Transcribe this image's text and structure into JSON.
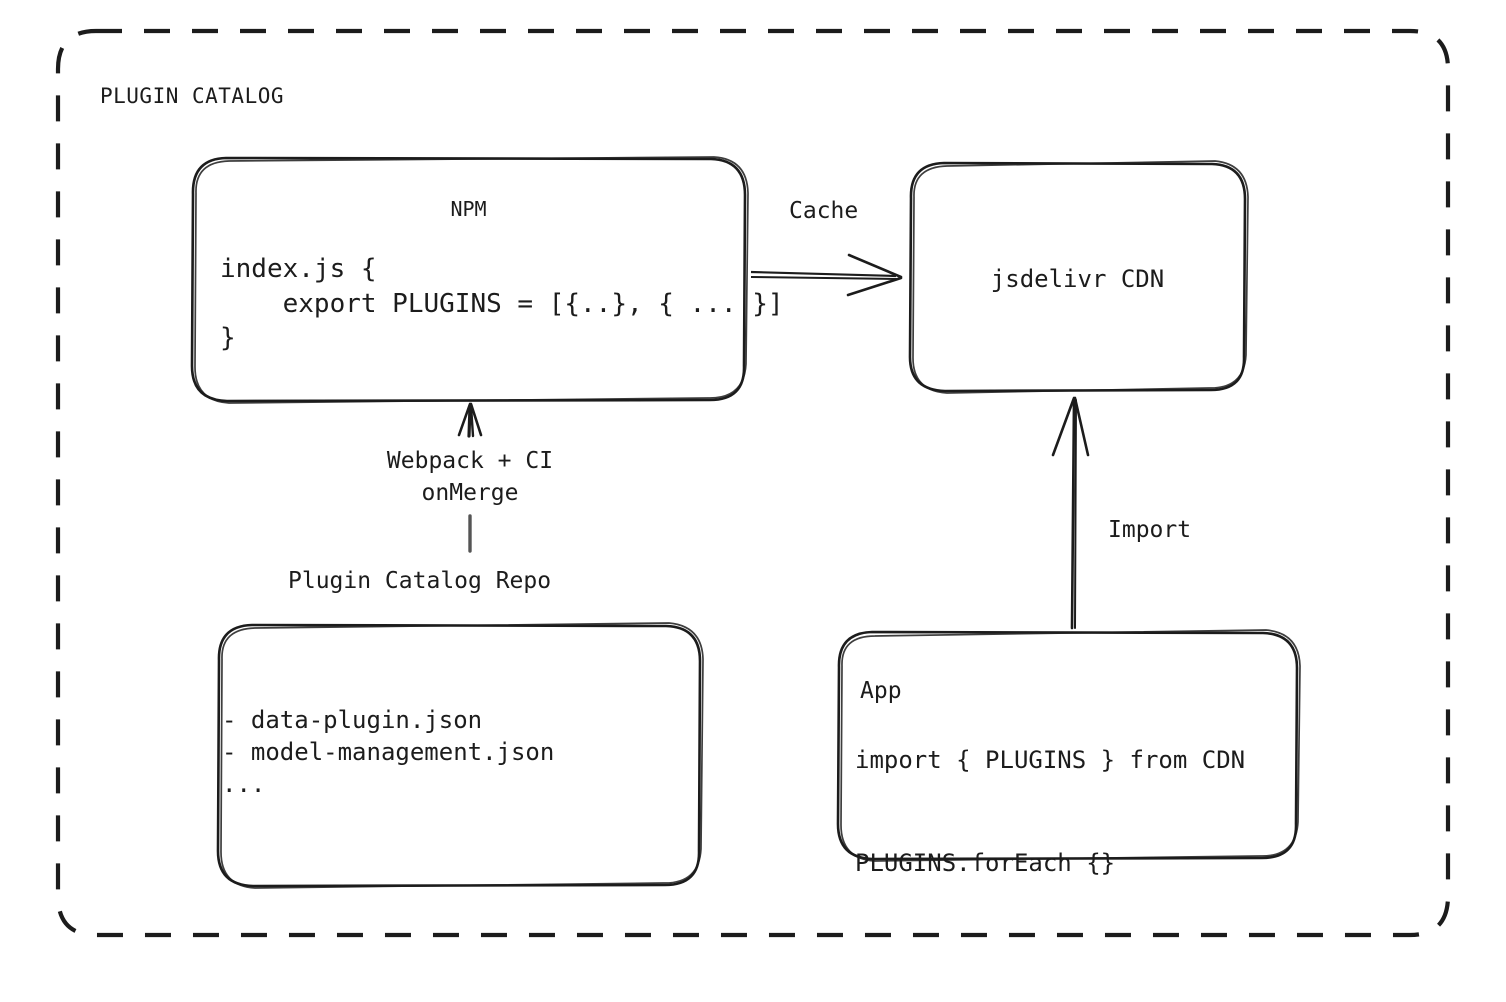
{
  "diagram": {
    "group_title": "PLUGIN CATALOG",
    "colors": {
      "stroke": "#1c1c1c",
      "background": "#ffffff"
    },
    "nodes": {
      "npm": {
        "title": "NPM",
        "code_lines": "index.js {\n    export PLUGINS = [{..}, { ... }]\n}"
      },
      "cdn": {
        "title": "jsdelivr CDN"
      },
      "repo": {
        "caption": "Plugin Catalog Repo",
        "items": "- data-plugin.json\n- model-management.json\n..."
      },
      "app": {
        "title": "App",
        "code_lines": "import { PLUGINS } from CDN\n\nPLUGINS.forEach {}"
      }
    },
    "edges": {
      "cache": "Cache",
      "import": "Import",
      "build": "Webpack + CI\nonMerge"
    }
  }
}
